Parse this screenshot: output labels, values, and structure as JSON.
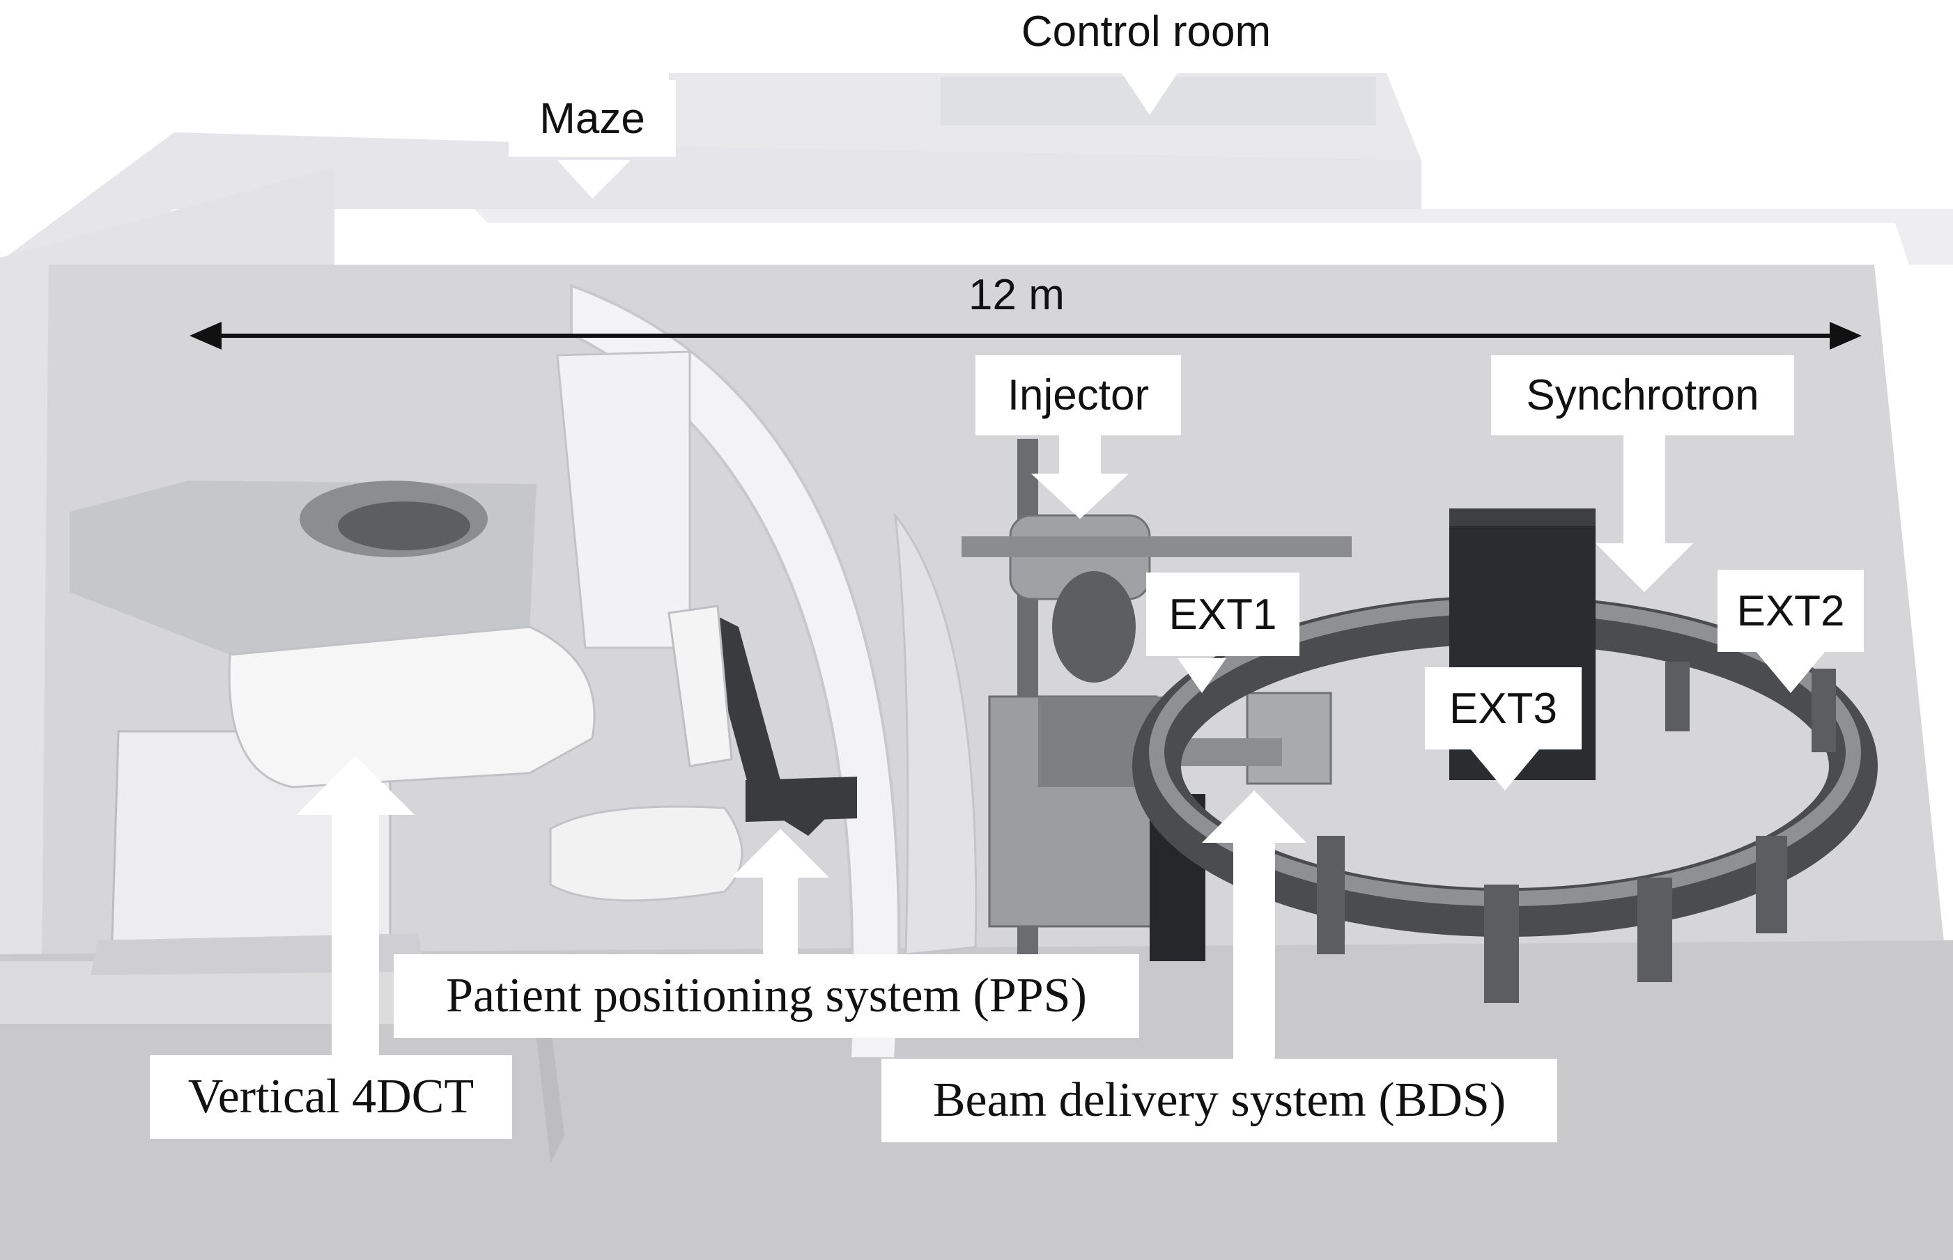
{
  "labels": {
    "control_room": "Control room",
    "maze": "Maze",
    "dimension": "12 m",
    "injector": "Injector",
    "synchrotron": "Synchrotron",
    "ext1": "EXT1",
    "ext2": "EXT2",
    "ext3": "EXT3",
    "pps": "Patient positioning system (PPS)",
    "vertical_4dct": "Vertical 4DCT",
    "bds": "Beam delivery system (BDS)"
  },
  "colors": {
    "floor": "#d6d6d8",
    "wall": "#ececef",
    "wall_shadow": "#cfd0d4",
    "machine_dark": "#3d3f43",
    "machine_mid": "#6e7075",
    "ct_white": "#f4f4f4",
    "arrow": "#ffffff"
  }
}
